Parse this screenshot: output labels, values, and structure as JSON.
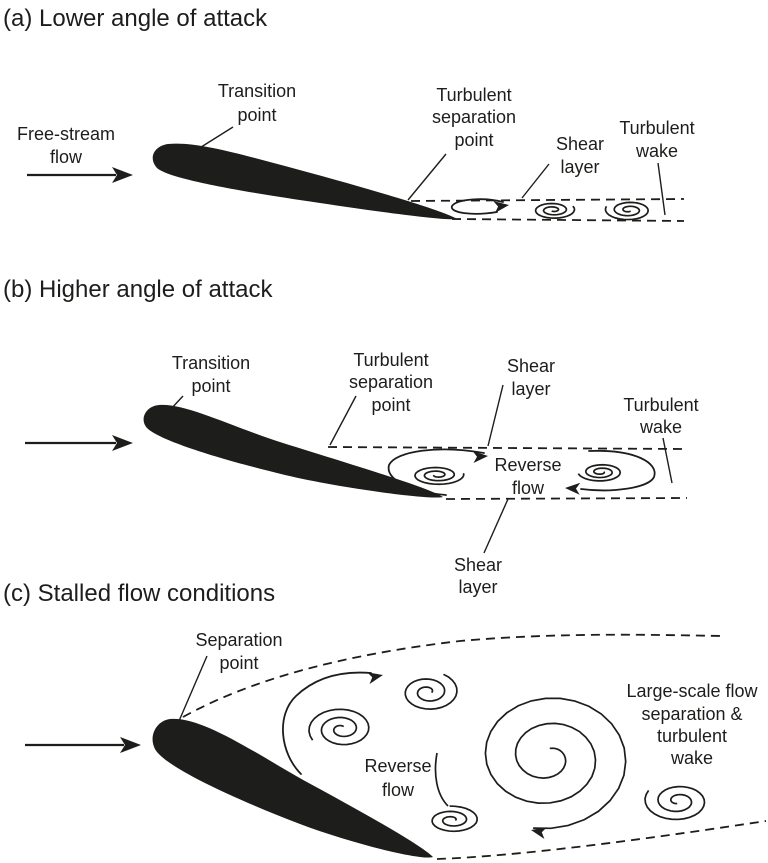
{
  "colors": {
    "ink": "#1d1d1b",
    "background": "#ffffff"
  },
  "panels": {
    "a": {
      "title": "(a) Lower angle of attack",
      "free_stream": {
        "line1": "Free-stream",
        "line2": "flow"
      },
      "transition": {
        "line1": "Transition",
        "line2": "point"
      },
      "separation": {
        "line1": "Turbulent",
        "line2": "separation",
        "line3": "point"
      },
      "shear": {
        "line1": "Shear",
        "line2": "layer"
      },
      "wake": {
        "line1": "Turbulent",
        "line2": "wake"
      }
    },
    "b": {
      "title": "(b) Higher angle of attack",
      "transition": {
        "line1": "Transition",
        "line2": "point"
      },
      "separation": {
        "line1": "Turbulent",
        "line2": "separation",
        "line3": "point"
      },
      "shear_top": {
        "line1": "Shear",
        "line2": "layer"
      },
      "wake": {
        "line1": "Turbulent",
        "line2": "wake"
      },
      "reverse": {
        "line1": "Reverse",
        "line2": "flow"
      },
      "shear_bottom": {
        "line1": "Shear",
        "line2": "layer"
      }
    },
    "c": {
      "title": "(c) Stalled flow conditions",
      "separation": {
        "line1": "Separation",
        "line2": "point"
      },
      "reverse": {
        "line1": "Reverse",
        "line2": "flow"
      },
      "wake": {
        "line1": "Large-scale flow",
        "line2": "separation &",
        "line3": "turbulent",
        "line4": "wake"
      }
    }
  }
}
